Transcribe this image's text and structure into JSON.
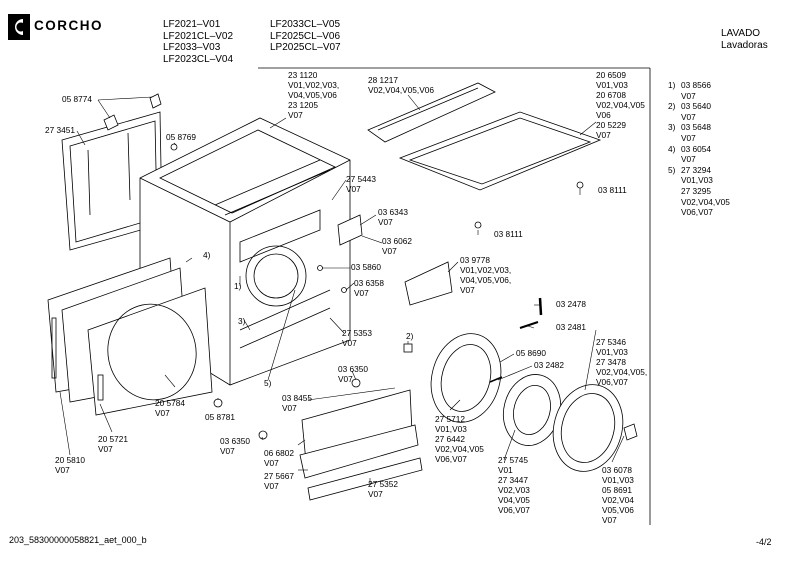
{
  "brand": {
    "name": "CORCHO"
  },
  "header": {
    "models_col1": [
      "LF2021–V01",
      "LF2021CL–V02",
      "LF2033–V03",
      "LF2023CL–V04"
    ],
    "models_col2": [
      "LF2033CL–V05",
      "LF2025CL–V06",
      "LP2025CL–V07"
    ],
    "category": [
      "LAVADO",
      "Lavadoras"
    ]
  },
  "legend": [
    {
      "num": "1)",
      "values": [
        "03 8566",
        "V07"
      ]
    },
    {
      "num": "2)",
      "values": [
        "03 5640",
        "V07"
      ]
    },
    {
      "num": "3)",
      "values": [
        "03 5648",
        "V07"
      ]
    },
    {
      "num": "4)",
      "values": [
        "03 6054",
        "V07"
      ]
    },
    {
      "num": "5)",
      "values": [
        "27 3294",
        "V01,V03",
        "27 3295",
        "V02,V04,V05",
        "V06,V07"
      ]
    }
  ],
  "labels": {
    "p058774": [
      "05 8774"
    ],
    "p273451": [
      "27 3451"
    ],
    "p058769": [
      "05 8769"
    ],
    "p231120": [
      "23 1120",
      "V01,V02,V03,",
      "V04,V05,V06",
      "23 1205",
      "V07"
    ],
    "p281217": [
      "28 1217",
      "V02,V04,V05,V06"
    ],
    "p206509": [
      "20  6509",
      "V01,V03",
      "20 6708",
      "V02,V04,V05",
      "V06",
      "20 5229",
      "V07"
    ],
    "p038111a": [
      "03  8111"
    ],
    "p038111b": [
      "03  8111"
    ],
    "p275443": [
      "27 5443",
      "V07"
    ],
    "p036343": [
      "03 6343",
      "V07"
    ],
    "p036062": [
      "03 6062",
      "V07"
    ],
    "p035860": [
      "03 5860"
    ],
    "p036358": [
      "03 6358",
      "V07"
    ],
    "p039778": [
      "03 9778",
      "V01,V02,V03,",
      "V04,V05,V06,",
      "V07"
    ],
    "p032478": [
      "03 2478"
    ],
    "p032481": [
      "03 2481"
    ],
    "p275353": [
      "27 5353",
      "V07"
    ],
    "p275346": [
      "27 5346",
      "V01,V03",
      "27 3478",
      "V02,V04,V05,",
      "V06,V07"
    ],
    "p058690": [
      "05 8690"
    ],
    "p032482": [
      "03 2482"
    ],
    "p036350": [
      "03 6350",
      "V07"
    ],
    "p038455": [
      "03 8455",
      "V07"
    ],
    "p205784": [
      "20 5784",
      "V07"
    ],
    "p058781": [
      "05 8781"
    ],
    "p205721": [
      "20 5721",
      "V07"
    ],
    "p036350b": [
      "03 6350",
      "V07"
    ],
    "p205810": [
      "20 5810",
      "V07"
    ],
    "p066802": [
      "06 6802",
      "V07"
    ],
    "p275667": [
      "27 5667",
      "V07"
    ],
    "p275352": [
      "27 5352",
      "V07"
    ],
    "p275712": [
      "27 5712",
      "V01,V03",
      "27 6442",
      "V02,V04,V05",
      "V06,V07"
    ],
    "p275745": [
      "27 5745",
      "V01",
      "27 3447",
      "V02,V03",
      "V04,V05",
      "V06,V07"
    ],
    "p036078": [
      "03 6078",
      "V01,V03",
      "05 8691",
      "V02,V04",
      "V05,V06",
      "V07"
    ],
    "callout1": [
      "1)"
    ],
    "callout2": [
      "2)"
    ],
    "callout3": [
      "3)"
    ],
    "callout4": [
      "4)"
    ],
    "callout5": [
      "5)"
    ]
  },
  "footer": {
    "doc_id": "203_58300000058821_aet_000_b",
    "page": "-4/2"
  }
}
